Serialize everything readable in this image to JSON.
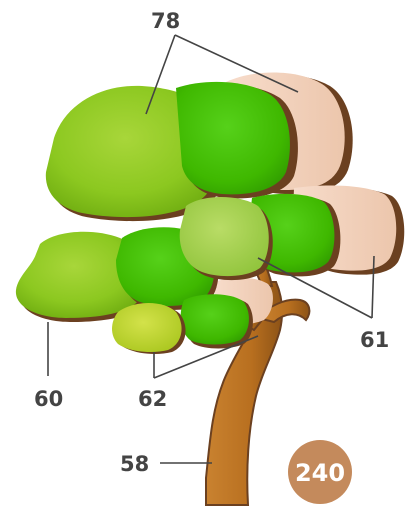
{
  "figure": {
    "labels": {
      "top": "78",
      "left": "60",
      "middle": "62",
      "right": "61",
      "trunk": "58"
    },
    "badge": "240"
  },
  "colors": {
    "trunk": "#b86f1f",
    "trunk_dark": "#7a4512",
    "edge_brown": "#6b4020",
    "green_bright": "#3fb800",
    "green_lime": "#8cc820",
    "green_yellow": "#bcd22a",
    "peach": "#f2d2bd",
    "badge": "#c48a5c"
  },
  "icons": [
    "tree-illustration"
  ]
}
